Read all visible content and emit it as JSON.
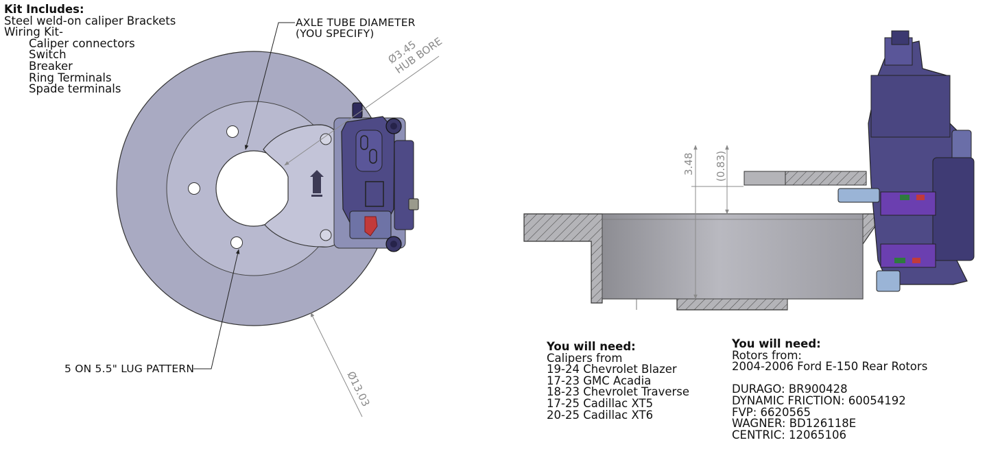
{
  "kit": {
    "title": "Kit Includes:",
    "items": [
      "Steel weld-on caliper Brackets",
      "Wiring Kit-"
    ],
    "sub_items": [
      "Caliper connectors",
      "Switch",
      "Breaker",
      "Ring Terminals",
      "Spade terminals"
    ]
  },
  "callouts": {
    "axle_line1": "AXLE TUBE DIAMETER",
    "axle_line2": "(YOU SPECIFY)",
    "lug_pattern": "5 ON 5.5\" LUG PATTERN"
  },
  "dimensions": {
    "hub_bore_value": "Ø3.45",
    "hub_bore_label": "HUB BORE",
    "rotor_diameter": "Ø13.03",
    "height": "3.48",
    "offset": "(0.83)"
  },
  "calipers": {
    "title": "You will need:",
    "subtitle": "Calipers from",
    "items": [
      "19-24 Chevrolet Blazer",
      "17-23 GMC Acadia",
      "18-23 Chevrolet Traverse",
      "17-25 Cadillac XT5",
      "20-25 Cadillac XT6"
    ]
  },
  "rotors": {
    "title": "You will need:",
    "subtitle": "Rotors from:",
    "model": "2004-2006 Ford E-150 Rear Rotors",
    "items": [
      "DURAGO: BR900428",
      "DYNAMIC FRICTION: 60054192",
      "FVP: 6620565",
      "WAGNER: BD126118E",
      "CENTRIC: 12065106"
    ]
  },
  "colors": {
    "rotor_fill": "#a9aac2",
    "rotor_ring": "#b8b9cf",
    "bracket_fill": "#c3c4d8",
    "caliper_fill": "#4e4a86",
    "caliper_dark": "#2f2b5c",
    "pad_purple": "#6b3fb0",
    "pad_green": "#2e7a3e",
    "pad_red": "#c23a3a",
    "dim_gray": "#8a8a8a"
  }
}
